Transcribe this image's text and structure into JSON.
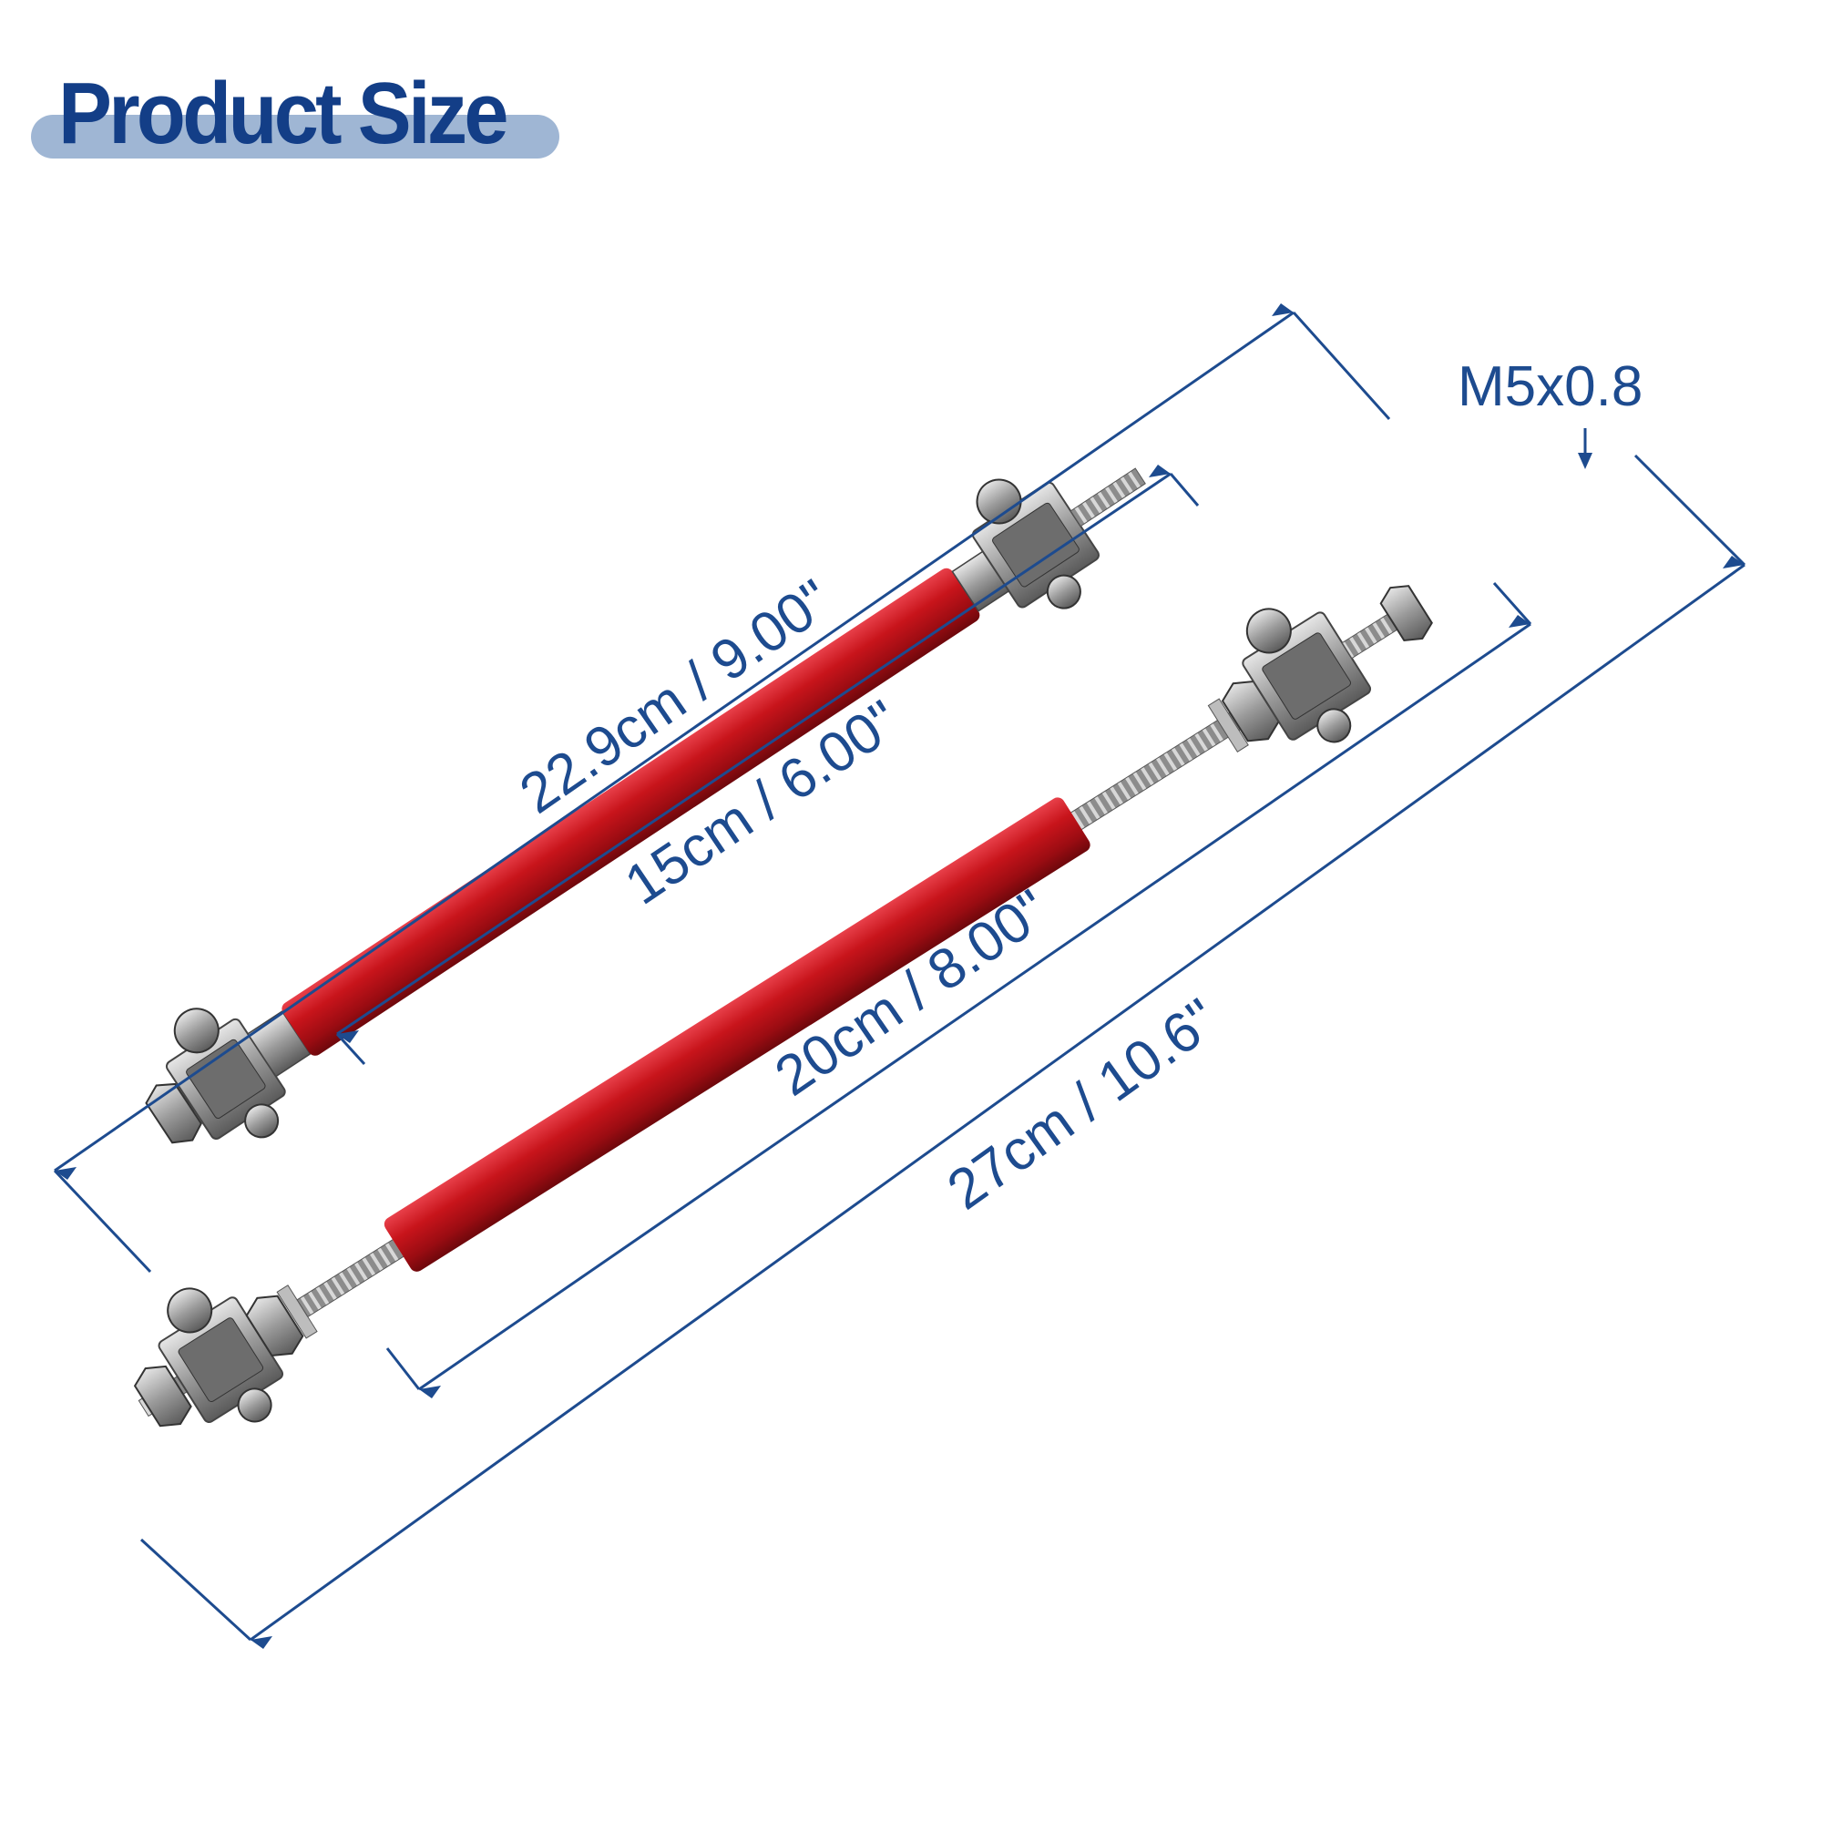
{
  "title": "Product Size",
  "dimensions": {
    "overall_short": "22.9cm / 9.00\"",
    "tube_short": "15cm / 6.00\"",
    "tube_long": "20cm / 8.00\"",
    "overall_long": "27cm / 10.6\"",
    "thread": "M5x0.8"
  },
  "colors": {
    "title": "#133e87",
    "title_pill": "#9fb6d4",
    "dimension": "#1d4b8f",
    "rod": "#c8141b",
    "metal": "#8a8a8a"
  },
  "icons": [
    "arrow-icon"
  ]
}
